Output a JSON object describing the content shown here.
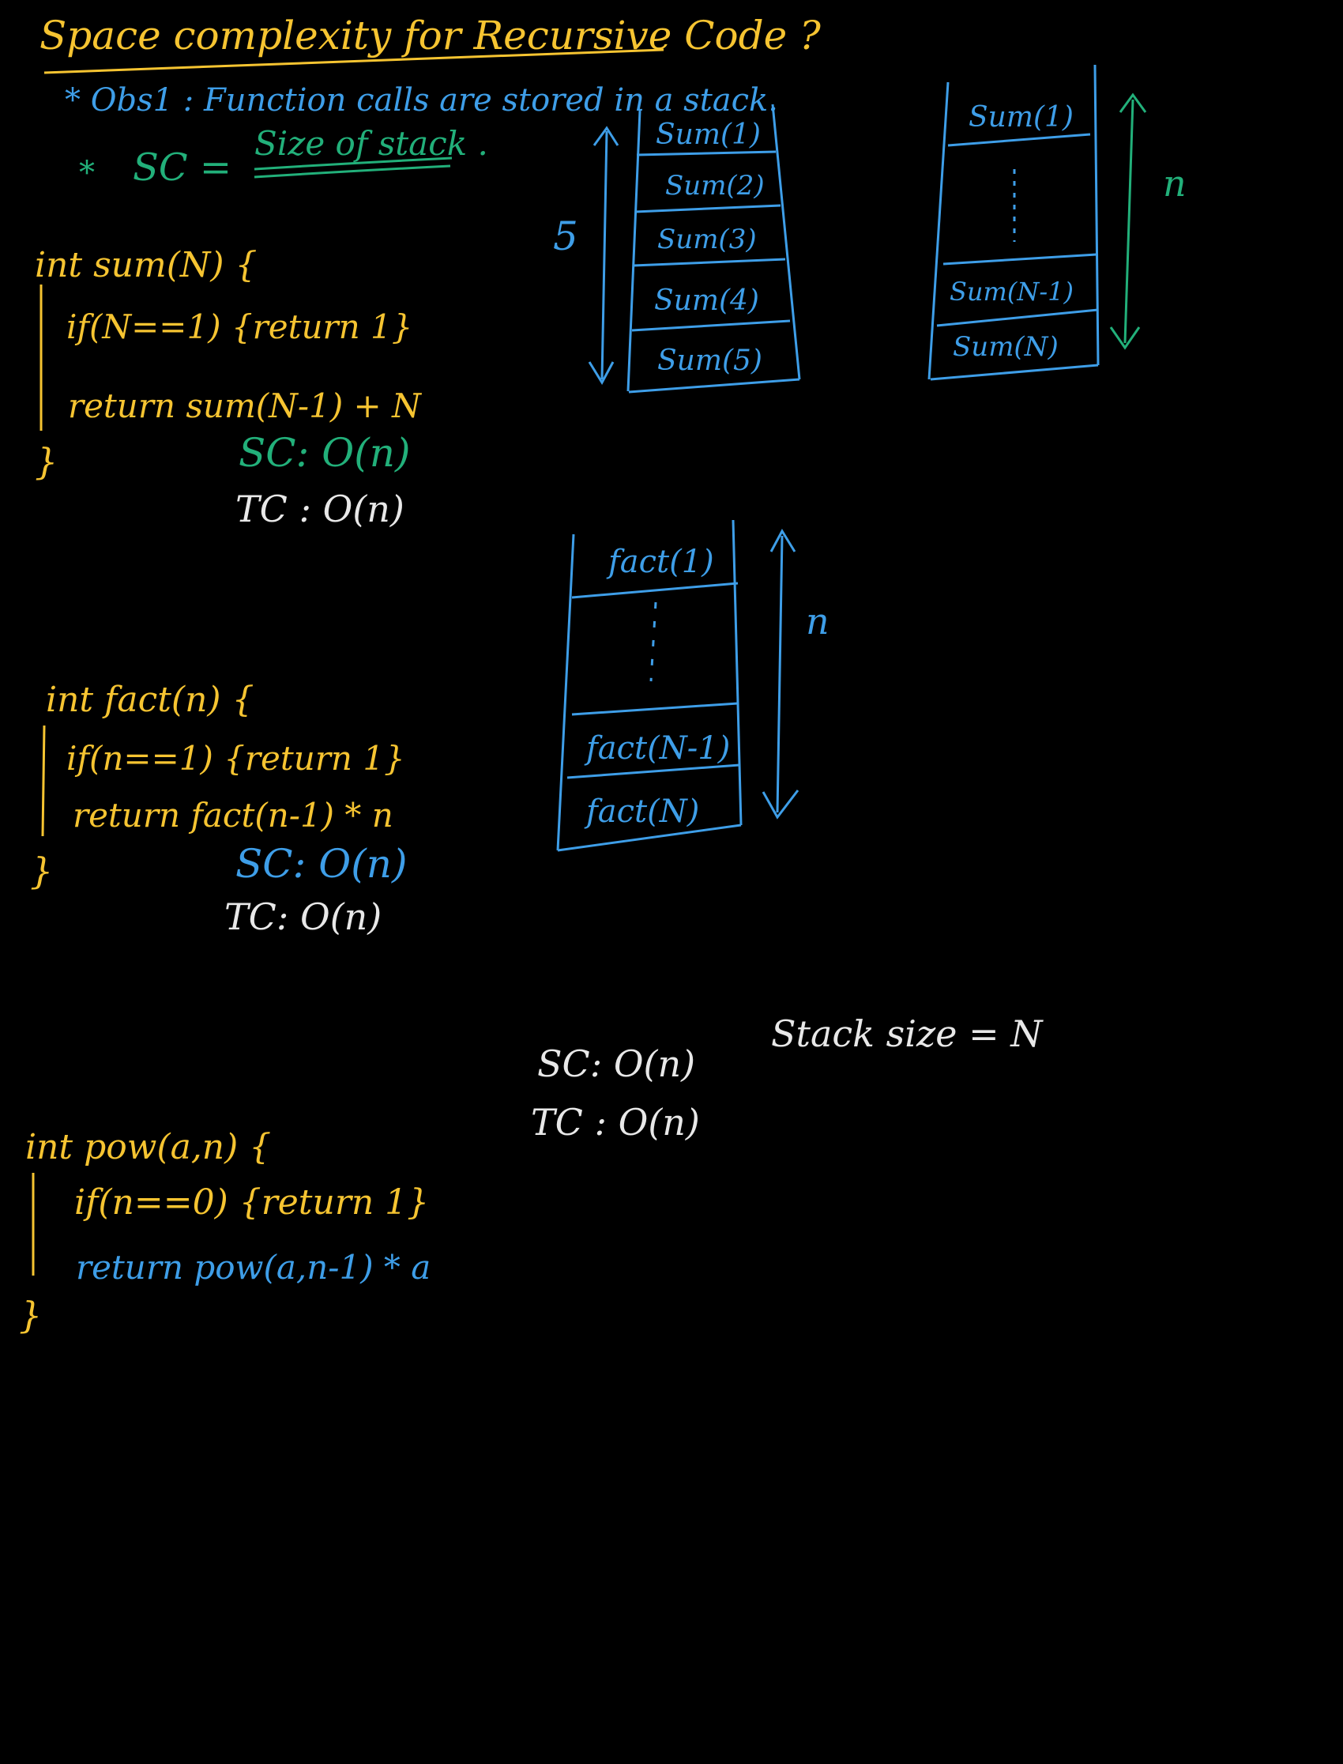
{
  "colors": {
    "background": "#000000",
    "yellow": "#F6C431",
    "blue": "#3E9EE8",
    "green": "#22B07A",
    "white": "#E8E8E8"
  },
  "title": "Space complexity for Recursive Code ?",
  "notes": {
    "obs1": "* Obs1 : Function calls are stored in a stack.",
    "sc_star": "*",
    "sc_eq": "SC =",
    "sc_value": "Size of stack ."
  },
  "sum_code": {
    "line1": "int sum(N) {",
    "line2": "if(N==1) {return 1}",
    "line3": "return sum(N-1) + N",
    "line4": "}",
    "sc": "SC: O(n)",
    "tc": "TC : O(n)"
  },
  "stack_sum5": {
    "height_label": "5",
    "frames": [
      "Sum(1)",
      "Sum(2)",
      "Sum(3)",
      "Sum(4)",
      "Sum(5)"
    ]
  },
  "stack_sumN": {
    "height_label": "n",
    "top": "Sum(1)",
    "second_last": "Sum(N-1)",
    "last": "Sum(N)"
  },
  "stack_fact": {
    "height_label": "n",
    "top": "fact(1)",
    "second_last": "fact(N-1)",
    "last": "fact(N)"
  },
  "fact_code": {
    "line1": "int fact(n) {",
    "line2": "if(n==1) {return 1}",
    "line3": "return fact(n-1) * n",
    "line4": "}",
    "sc": "SC: O(n)",
    "tc": "TC: O(n)"
  },
  "pow_code": {
    "line1": "int pow(a,n) {",
    "line2": "if(n==0) {return 1}",
    "line3": "return pow(a,n-1) * a",
    "line4": "}"
  },
  "pow_analysis": {
    "sc": "SC: O(n)",
    "tc": "TC : O(n)",
    "stack_size": "Stack size = N"
  }
}
